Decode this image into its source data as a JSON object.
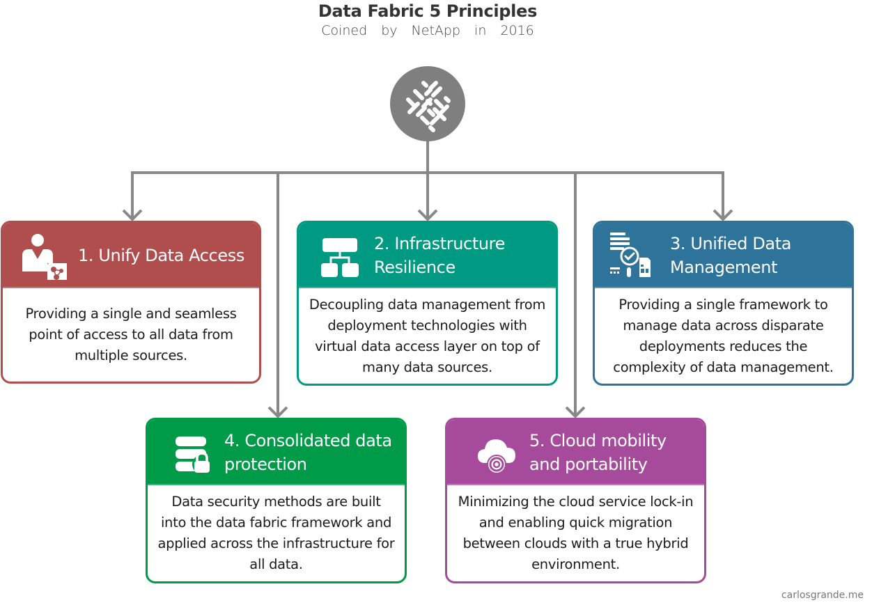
{
  "header": {
    "title": "Data Fabric 5 Principles",
    "subtitle": "Coined by NetApp in 2016"
  },
  "hub": {
    "icon": "data-fabric-weave-icon",
    "color": "#7f7f7f"
  },
  "connector_color": "#888888",
  "principles": [
    {
      "number": "1",
      "title": "1. Unify Data Access",
      "description": "Providing a single and seamless point of access to all data from multiple sources.",
      "icon": "user-network-icon",
      "color": "#b04e4e"
    },
    {
      "number": "2",
      "title": "2. Infrastructure Resilience",
      "description": "Decoupling data management from deployment technologies with virtual data access layer on top of many data sources.",
      "icon": "hierarchy-sitemap-icon",
      "color": "#009a82"
    },
    {
      "number": "3",
      "title": "3. Unified Data Management",
      "description": "Providing a single framework to manage data across disparate deployments reduces the complexity of data management.",
      "icon": "data-inspection-icon",
      "color": "#2e7399"
    },
    {
      "number": "4",
      "title": "4. Consolidated data protection",
      "description": "Data security methods are built into the data fabric framework and applied across the infrastructure for all data.",
      "icon": "database-lock-icon",
      "color": "#009b48"
    },
    {
      "number": "5",
      "title": "5. Cloud mobility and portability",
      "description": "Minimizing the cloud service lock-in and enabling quick migration between clouds with a true hybrid environment.",
      "icon": "cloud-sync-icon",
      "color": "#a64b9c"
    }
  ],
  "footer": {
    "credit": "carlosgrande.me"
  }
}
